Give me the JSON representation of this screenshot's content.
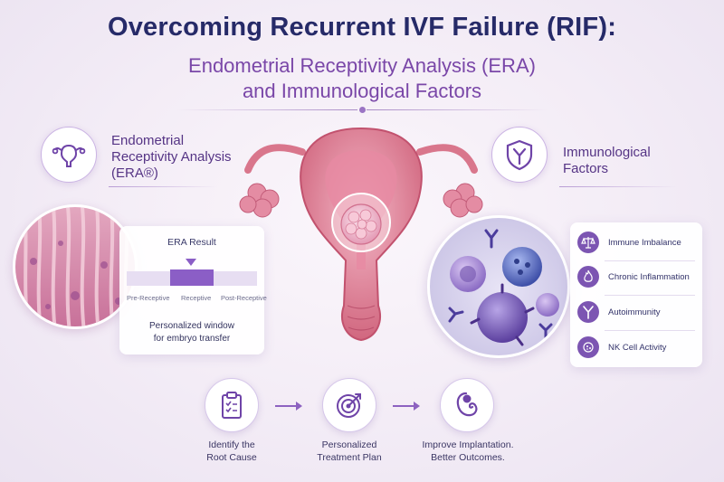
{
  "header": {
    "title": "Overcoming Recurrent IVF Failure (RIF):",
    "subtitle_line1": "Endometrial Receptivity Analysis (ERA)",
    "subtitle_line2": "and Immunological Factors"
  },
  "era_section": {
    "heading_line1": "Endometrial",
    "heading_line2": "Receptivity Analysis",
    "heading_line3": "(ERA®)",
    "icon": "uterus-icon",
    "card": {
      "result_title": "ERA Result",
      "scale_labels": [
        "Pre-Receptive",
        "Receptive",
        "Post-Receptive"
      ],
      "indicated_phase": "Receptive",
      "caption_line1": "Personalized window",
      "caption_line2": "for embryo transfer"
    }
  },
  "immunology_section": {
    "heading_line1": "Immunological",
    "heading_line2": "Factors",
    "icon": "shield-antibody-icon",
    "factors": [
      {
        "icon": "scale-icon",
        "label": "Immune Imbalance"
      },
      {
        "icon": "flame-icon",
        "label": "Chronic Inflammation"
      },
      {
        "icon": "antibody-icon",
        "label": "Autoimmunity"
      },
      {
        "icon": "nk-cell-icon",
        "label": "NK Cell Activity"
      }
    ]
  },
  "steps": [
    {
      "icon": "clipboard-icon",
      "line1": "Identify the",
      "line2": "Root Cause"
    },
    {
      "icon": "target-icon",
      "line1": "Personalized",
      "line2": "Treatment Plan"
    },
    {
      "icon": "embryo-icon",
      "line1": "Improve Implantation.",
      "line2": "Better Outcomes."
    }
  ],
  "colors": {
    "title": "#262a68",
    "accent_purple": "#7c55b2",
    "uterus_pink": "#d9768c"
  }
}
